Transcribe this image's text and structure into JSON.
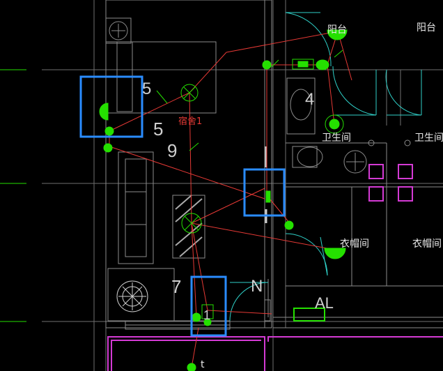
{
  "canvas": {
    "background": "#000000",
    "colors": {
      "wall": "#9a9a9a",
      "wiring": "#e53935",
      "fixture": "#25e000",
      "selection": "#2a8cff",
      "door_arc": "#2fd0c8",
      "magenta": "#d43ad4",
      "axis_green": "#25e000",
      "text": "#e8e8e8"
    }
  },
  "labels": {
    "balcony_1": "阳台",
    "balcony_2": "阳台",
    "bathroom_1": "卫生间",
    "bathroom_2": "卫生间",
    "closet_1": "衣帽间",
    "closet_2": "衣帽间",
    "dorm": "宿舍1",
    "num_5a": "5",
    "num_5b": "5",
    "num_9": "9",
    "num_4": "4",
    "num_7": "7",
    "num_n": "N",
    "num_1": "1",
    "al": "AL",
    "t": "t"
  },
  "selection_boxes": [
    "switch-group-left",
    "switch-group-center",
    "switch-group-bottom"
  ]
}
